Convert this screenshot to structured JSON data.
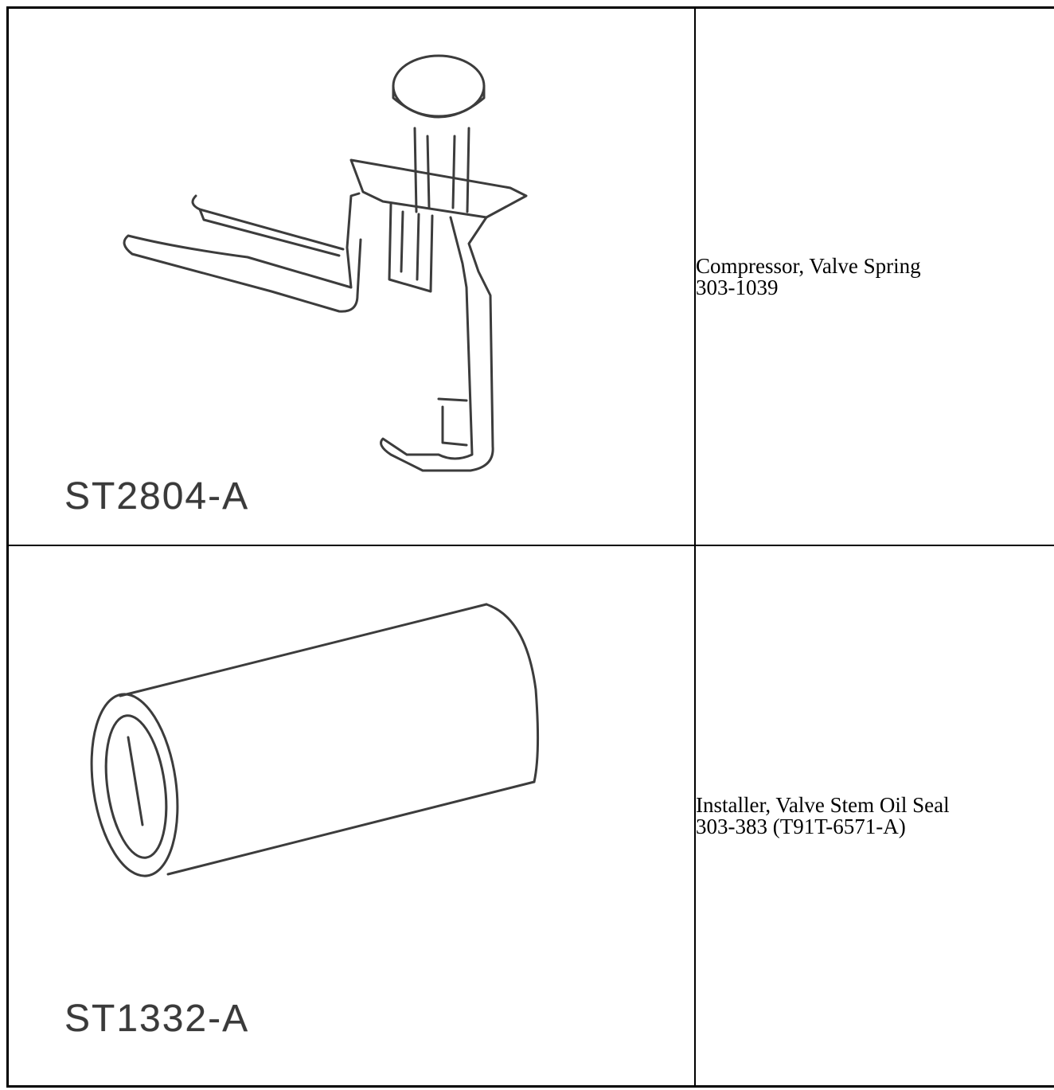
{
  "tools": [
    {
      "image_code": "ST2804-A",
      "name": "Compressor, Valve Spring",
      "number": "303-1039",
      "illustration": "valve-spring-compressor-icon"
    },
    {
      "image_code": "ST1332-A",
      "name": "Installer, Valve Stem Oil Seal",
      "number": "303-383 (T91T-6571-A)",
      "illustration": "valve-stem-seal-installer-icon"
    }
  ]
}
